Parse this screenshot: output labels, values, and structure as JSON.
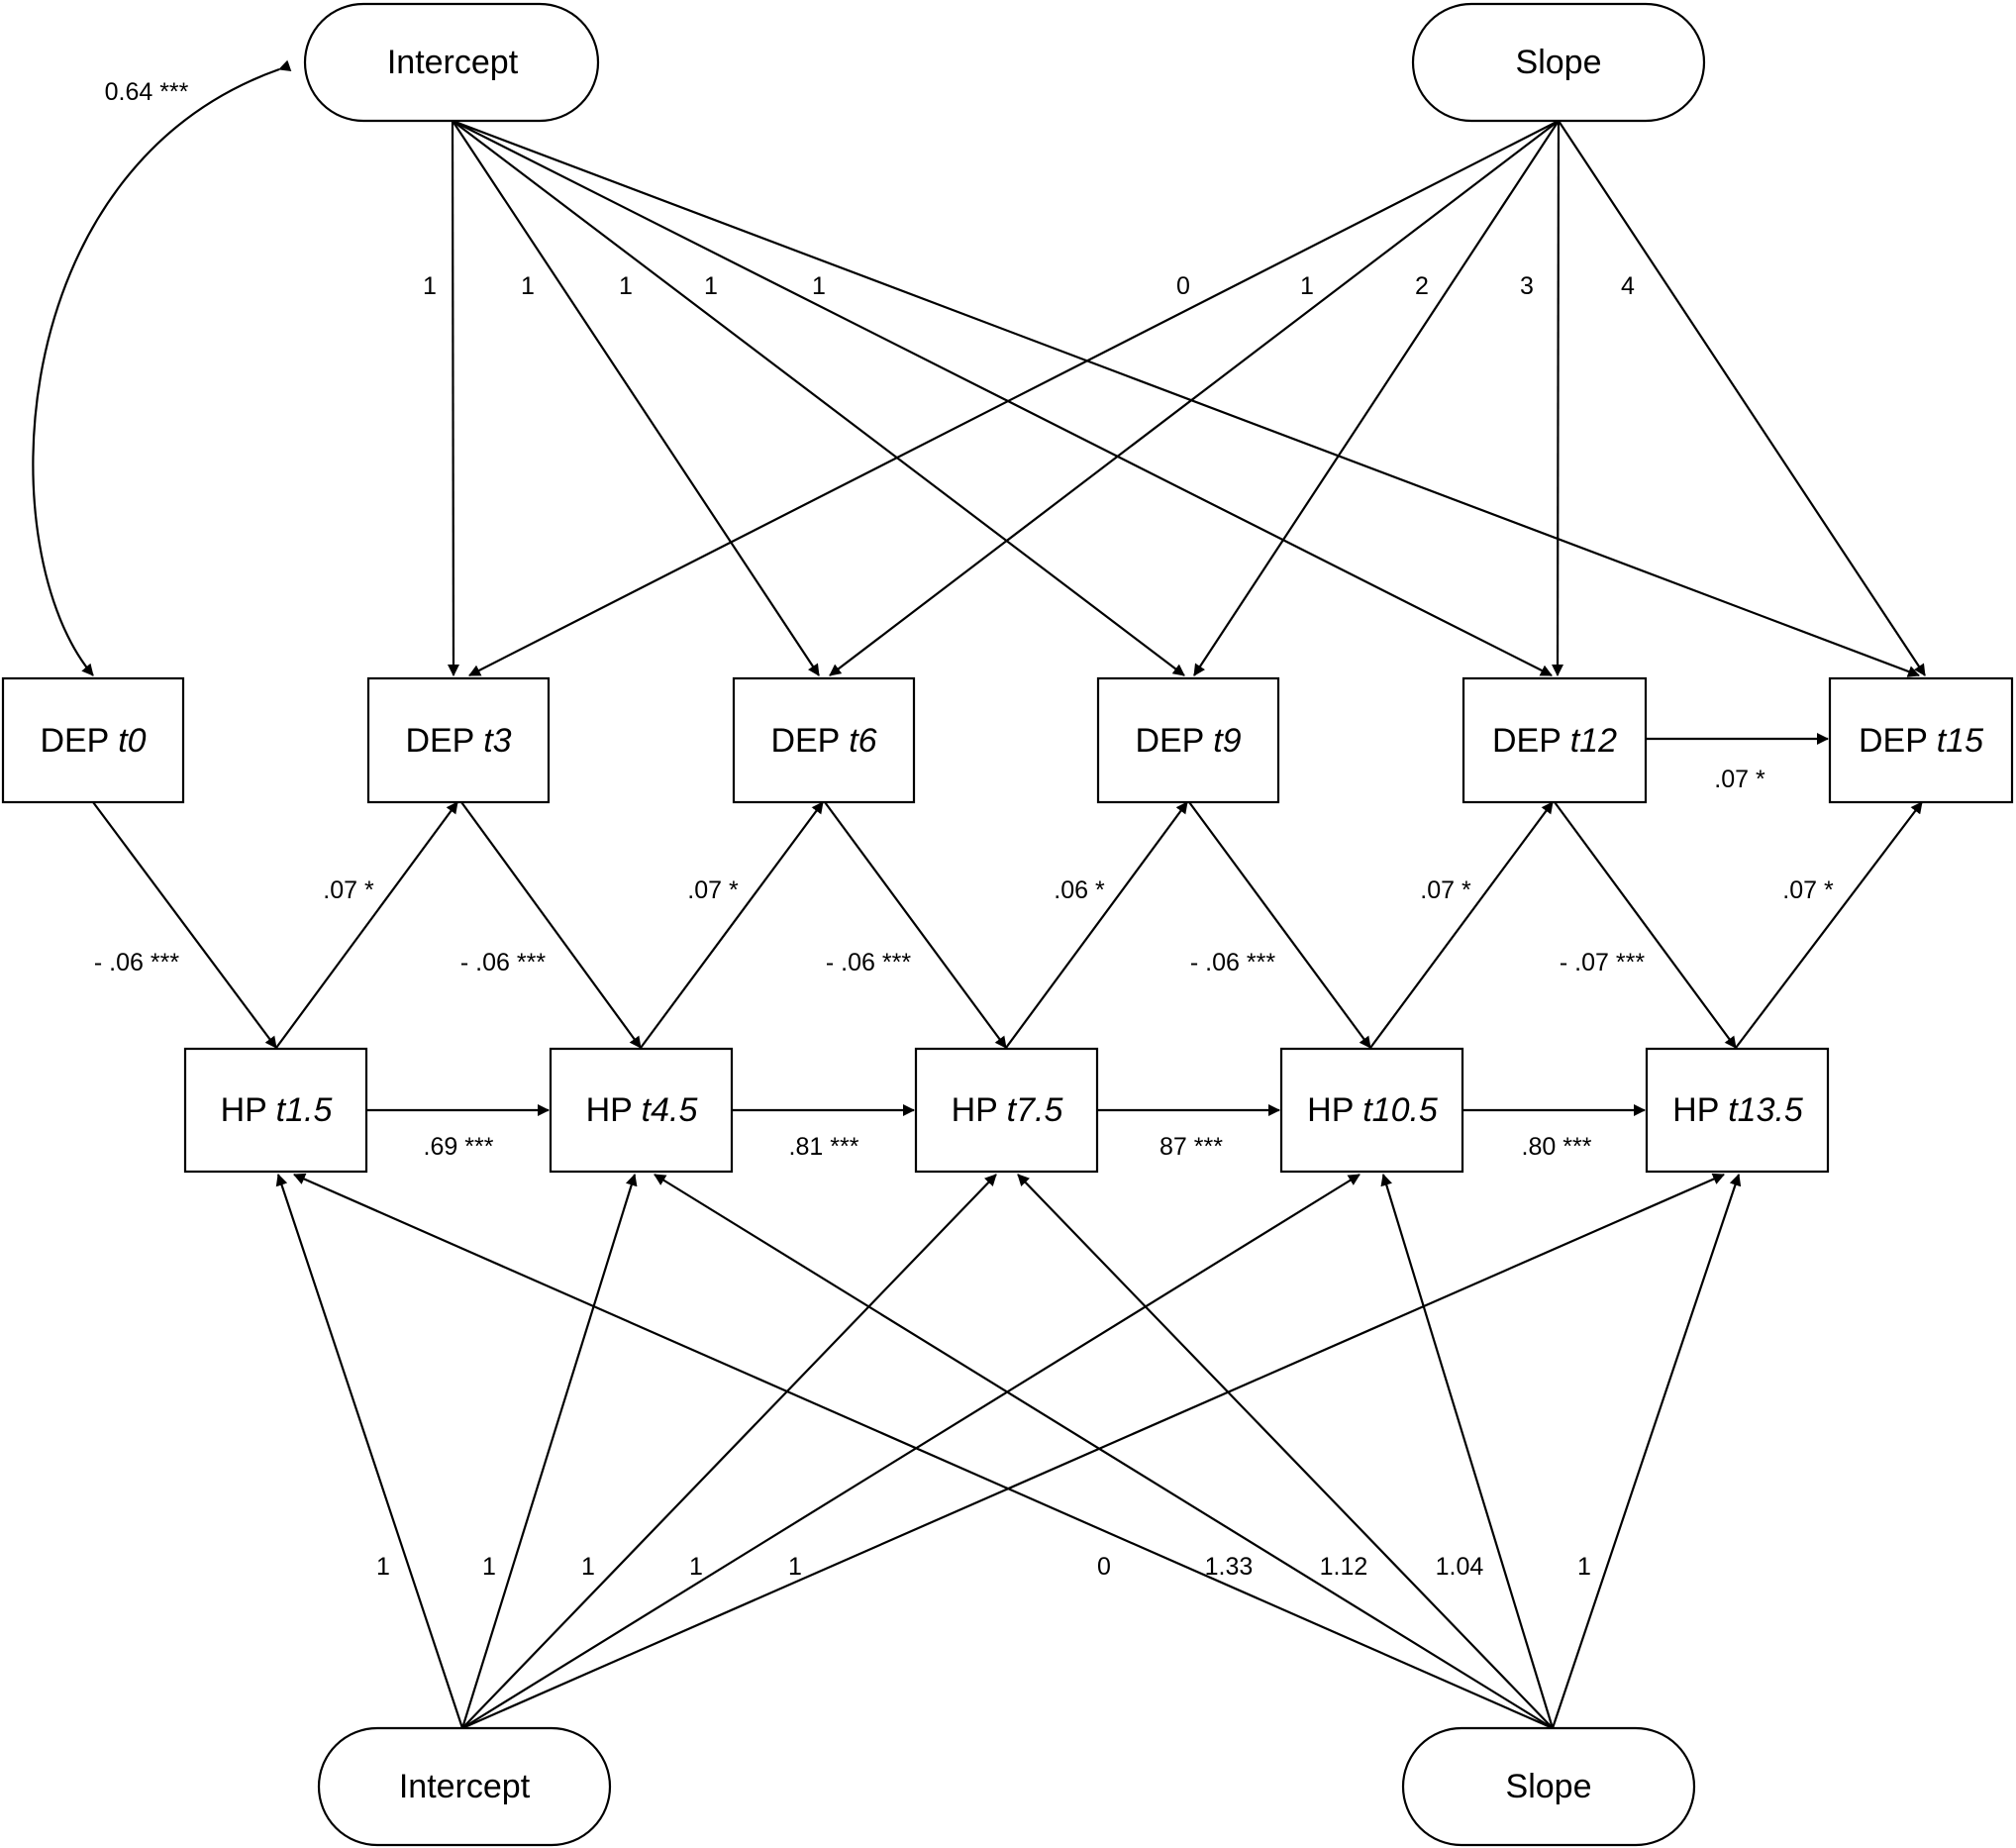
{
  "latents": {
    "dep_intercept": "Intercept",
    "dep_slope": "Slope",
    "hp_intercept": "Intercept",
    "hp_slope": "Slope"
  },
  "dep_nodes": [
    {
      "prefix": "DEP",
      "time": "t0"
    },
    {
      "prefix": "DEP",
      "time": "t3"
    },
    {
      "prefix": "DEP",
      "time": "t6"
    },
    {
      "prefix": "DEP",
      "time": "t9"
    },
    {
      "prefix": "DEP",
      "time": "t12"
    },
    {
      "prefix": "DEP",
      "time": "t15"
    }
  ],
  "hp_nodes": [
    {
      "prefix": "HP",
      "time": "t1.5"
    },
    {
      "prefix": "HP",
      "time": "t4.5"
    },
    {
      "prefix": "HP",
      "time": "t7.5"
    },
    {
      "prefix": "HP",
      "time": "t10.5"
    },
    {
      "prefix": "HP",
      "time": "t13.5"
    }
  ],
  "covariance_label": "0.64 ***",
  "dep_intercept_loadings": [
    "1",
    "1",
    "1",
    "1",
    "1"
  ],
  "dep_slope_loadings": [
    "0",
    "1",
    "2",
    "3",
    "4"
  ],
  "hp_intercept_loadings": [
    "1",
    "1",
    "1",
    "1",
    "1"
  ],
  "hp_slope_loadings": [
    "0",
    "1.33",
    "1.12",
    "1.04",
    "1"
  ],
  "dep_to_hp": [
    "- .06 ***",
    "- .06 ***",
    "- .06 ***",
    "- .06 ***",
    "- .07 ***"
  ],
  "hp_to_dep": [
    ".07 *",
    ".07 *",
    ".06 *",
    ".07 *",
    ".07 *"
  ],
  "hp_autoregressive": [
    ".69 ***",
    ".81 ***",
    "87 ***",
    ".80 ***"
  ],
  "dep_autoregressive": [
    ".07 *"
  ]
}
